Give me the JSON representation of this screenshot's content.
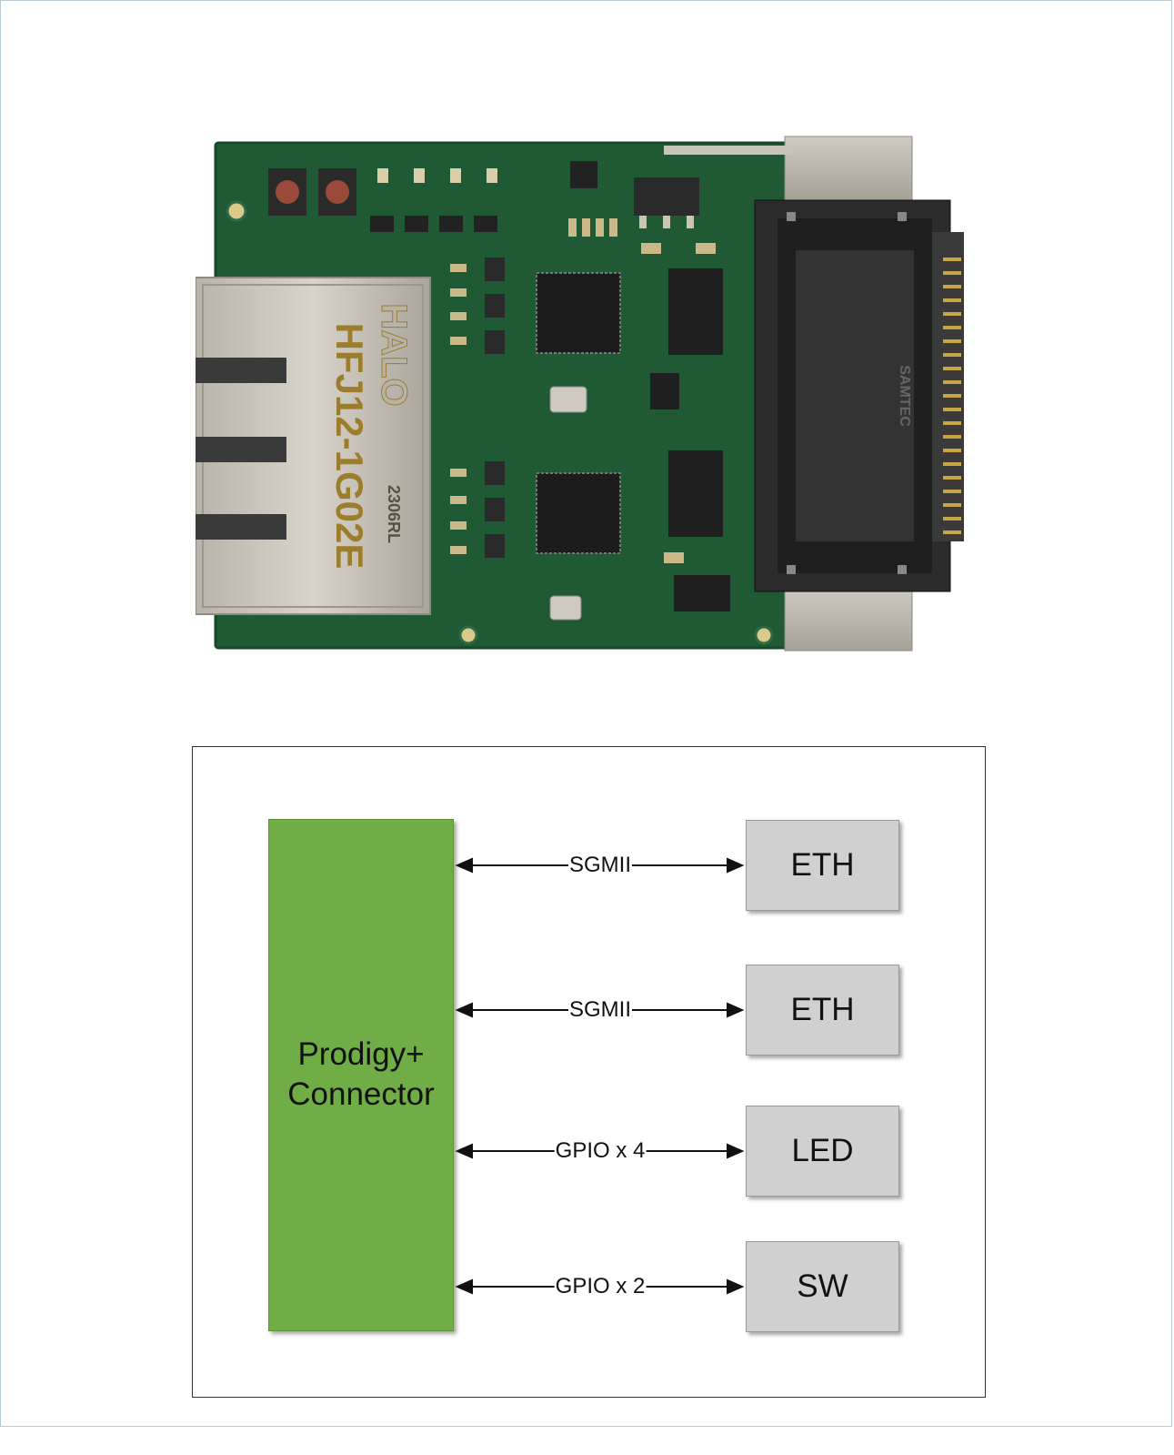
{
  "diagram": {
    "connector_label": "Prodigy+\nConnector",
    "links": [
      {
        "label": "SGMII",
        "target": "ETH"
      },
      {
        "label": "SGMII",
        "target": "ETH"
      },
      {
        "label": "GPIO x 4",
        "target": "LED"
      },
      {
        "label": "GPIO x 2",
        "target": "SW"
      }
    ]
  },
  "photo_markings": {
    "jack_brand": "HALO",
    "jack_part": "HFJ12-1G02E",
    "jack_code": "2306RL",
    "connector_brand": "SAMTEC"
  },
  "colors": {
    "connector": "#70ad47",
    "block": "#d0d0d0",
    "pcb": "#1f5a35"
  }
}
